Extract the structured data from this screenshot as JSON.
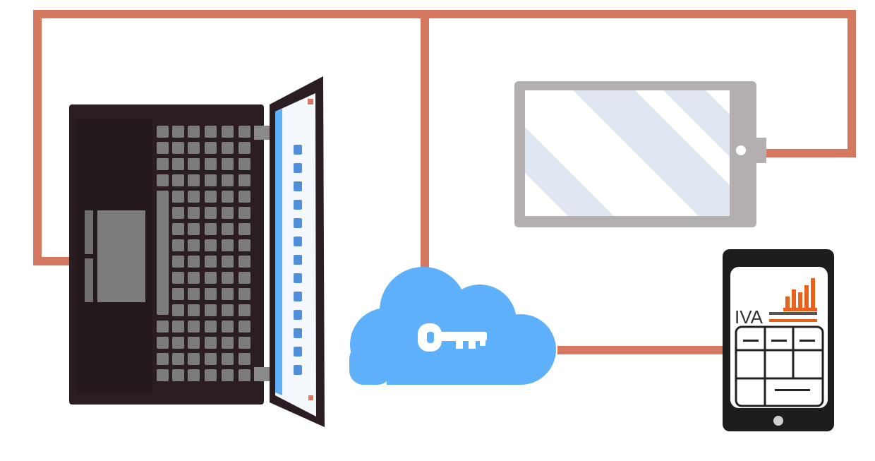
{
  "diagram": {
    "nodes": [
      {
        "id": "laptop",
        "icon": "laptop-icon"
      },
      {
        "id": "tv-display",
        "icon": "display-icon"
      },
      {
        "id": "cloud",
        "icon": "cloud-key-icon"
      },
      {
        "id": "tablet",
        "icon": "tablet-icon",
        "screen_text": "IVA"
      }
    ],
    "edges": [
      {
        "from": "laptop",
        "to": "tv-display"
      },
      {
        "from": "cloud",
        "to": "tv-display"
      },
      {
        "from": "cloud",
        "to": "tablet"
      }
    ]
  },
  "colors": {
    "connector": "#d4785f",
    "cloud": "#5fb0fa",
    "laptop_body": "#2b1e22",
    "laptop_keys": "#7c7c7c",
    "display_frame": "#b3afb1",
    "display_glass": "#dfe8f2",
    "tablet_body": "#1d1d1d",
    "tablet_accent": "#e9611a"
  }
}
